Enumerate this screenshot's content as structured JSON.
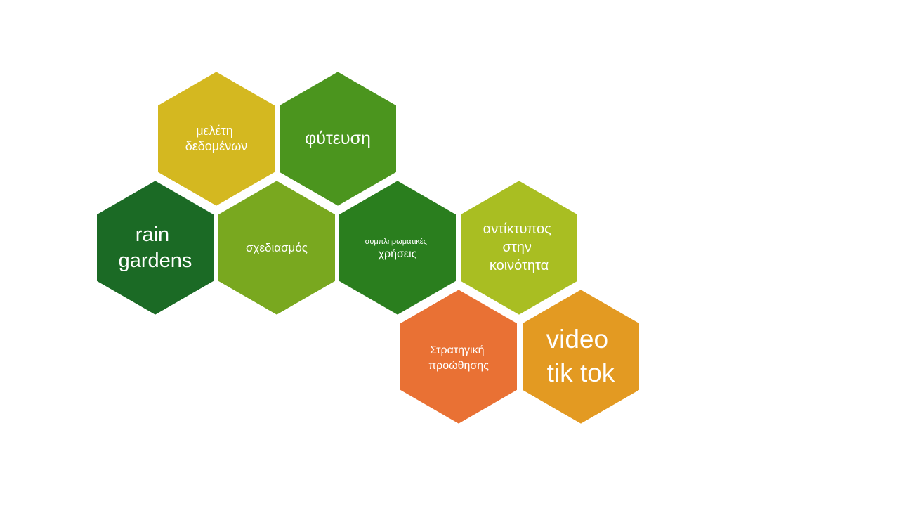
{
  "hexagons": [
    {
      "id": "meleti-dedomenon",
      "lines": [
        "μελέτη",
        "δεδομένων"
      ],
      "color": "#D4B820"
    },
    {
      "id": "fytefsi",
      "lines": [
        "φύτευση"
      ],
      "color": "#4B951E"
    },
    {
      "id": "rain-gardens",
      "lines": [
        "rain",
        "gardens"
      ],
      "color": "#1B6A25"
    },
    {
      "id": "schediasmos",
      "lines": [
        "σχεδιασμός"
      ],
      "color": "#79A81F"
    },
    {
      "id": "sympliromatikes-xriseis",
      "lines": [
        "συμπληρωματικές",
        "χρήσεις"
      ],
      "color": "#2A7E1E"
    },
    {
      "id": "antiktypos",
      "lines": [
        "αντίκτυπος",
        "στην",
        "κοινότητα"
      ],
      "color": "#A9BE22"
    },
    {
      "id": "stratigiki-proothisis",
      "lines": [
        "Στρατηγική",
        "προώθησης"
      ],
      "color": "#E97134"
    },
    {
      "id": "video-tiktok",
      "lines": [
        "video",
        "tik tok"
      ],
      "color": "#E39A22"
    }
  ]
}
